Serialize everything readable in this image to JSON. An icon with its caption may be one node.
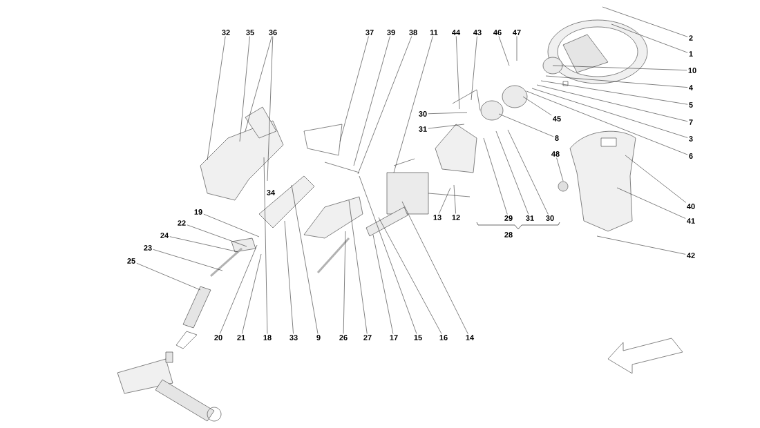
{
  "diagram": {
    "nodes": [
      {
        "text": [
          "32"
        ]
      },
      {
        "text": [
          "35"
        ]
      },
      {
        "text": [
          "36"
        ]
      },
      {
        "text": [
          "37"
        ]
      },
      {
        "text": [
          "39"
        ]
      },
      {
        "text": [
          "38"
        ]
      },
      {
        "text": [
          "11"
        ]
      },
      {
        "text": [
          "44"
        ]
      },
      {
        "text": [
          "43"
        ]
      },
      {
        "text": [
          "46"
        ]
      },
      {
        "text": [
          "47"
        ]
      },
      {
        "text": [
          "2"
        ]
      },
      {
        "text": [
          "1"
        ]
      },
      {
        "text": [
          "10"
        ]
      },
      {
        "text": [
          "4"
        ]
      },
      {
        "text": [
          "5"
        ]
      },
      {
        "text": [
          "30"
        ]
      },
      {
        "text": [
          "45"
        ]
      },
      {
        "text": [
          "7"
        ]
      },
      {
        "text": [
          "31"
        ]
      },
      {
        "text": [
          "8"
        ]
      },
      {
        "text": [
          "3"
        ]
      },
      {
        "text": [
          "48"
        ]
      },
      {
        "text": [
          "6"
        ]
      },
      {
        "text": [
          "40"
        ]
      },
      {
        "text": [
          "19"
        ]
      },
      {
        "text": [
          "29"
        ]
      },
      {
        "text": [
          "31"
        ]
      },
      {
        "text": [
          "30"
        ]
      },
      {
        "text": [
          "13"
        ]
      },
      {
        "text": [
          "12"
        ]
      },
      {
        "text": [
          "41"
        ]
      },
      {
        "text": [
          "22"
        ]
      },
      {
        "text": [
          "24"
        ]
      },
      {
        "text": [
          "42"
        ]
      },
      {
        "text": [
          "23"
        ]
      },
      {
        "text": [
          "25"
        ]
      },
      {
        "text": [
          "20"
        ]
      },
      {
        "text": [
          "21"
        ]
      },
      {
        "text": [
          "18"
        ]
      },
      {
        "text": [
          "33"
        ]
      },
      {
        "text": [
          "9"
        ]
      },
      {
        "text": [
          "26"
        ]
      },
      {
        "text": [
          "27"
        ]
      },
      {
        "text": [
          "17"
        ]
      },
      {
        "text": [
          "15"
        ]
      },
      {
        "text": [
          "16"
        ]
      },
      {
        "text": [
          "14"
        ]
      }
    ],
    "edges": [
      {
        "from": 0,
        "to": null,
        "arrow": "none"
      },
      {
        "from": 1,
        "to": null,
        "arrow": "none"
      },
      {
        "from": 2,
        "to": null,
        "arrow": "none"
      },
      {
        "from": 2,
        "to": null,
        "arrow": "none"
      },
      {
        "from": 3,
        "to": null,
        "arrow": "none"
      },
      {
        "from": 4,
        "to": null,
        "arrow": "none"
      },
      {
        "from": 5,
        "to": null,
        "arrow": "none"
      },
      {
        "from": 6,
        "to": null,
        "arrow": "none"
      },
      {
        "from": 7,
        "to": null,
        "arrow": "none"
      },
      {
        "from": 8,
        "to": null,
        "arrow": "none"
      },
      {
        "from": 9,
        "to": null,
        "arrow": "none"
      },
      {
        "from": 10,
        "to": null,
        "arrow": "none"
      },
      {
        "from": 11,
        "to": null,
        "arrow": "none"
      },
      {
        "from": 12,
        "to": null,
        "arrow": "none"
      },
      {
        "from": 13,
        "to": null,
        "arrow": "none"
      },
      {
        "from": 14,
        "to": null,
        "arrow": "none"
      },
      {
        "from": 15,
        "to": null,
        "arrow": "none"
      },
      {
        "from": 16,
        "to": null,
        "arrow": "none"
      },
      {
        "from": 17,
        "to": null,
        "arrow": "none"
      },
      {
        "from": 18,
        "to": null,
        "arrow": "none"
      },
      {
        "from": 19,
        "to": null,
        "arrow": "none"
      },
      {
        "from": 20,
        "to": null,
        "arrow": "none"
      },
      {
        "from": 21,
        "to": null,
        "arrow": "none"
      },
      {
        "from": 22,
        "to": null,
        "arrow": "none"
      },
      {
        "from": 23,
        "to": null,
        "arrow": "none"
      },
      {
        "from": 24,
        "to": null,
        "arrow": "none"
      },
      {
        "from": 25,
        "to": null,
        "arrow": "none"
      },
      {
        "from": 26,
        "to": null,
        "arrow": "none"
      },
      {
        "from": 27,
        "to": null,
        "arrow": "none"
      },
      {
        "from": 28,
        "to": null,
        "arrow": "none"
      },
      {
        "from": 29,
        "to": null,
        "arrow": "none"
      },
      {
        "from": 30,
        "to": null,
        "arrow": "none"
      },
      {
        "from": 31,
        "to": null,
        "arrow": "none"
      },
      {
        "from": 32,
        "to": null,
        "arrow": "none"
      },
      {
        "from": 33,
        "to": null,
        "arrow": "none"
      },
      {
        "from": 34,
        "to": null,
        "arrow": "none"
      },
      {
        "from": 35,
        "to": null,
        "arrow": "none"
      },
      {
        "from": 36,
        "to": null,
        "arrow": "none"
      },
      {
        "from": 37,
        "to": null,
        "arrow": "none"
      },
      {
        "from": 38,
        "to": null,
        "arrow": "none"
      },
      {
        "from": 39,
        "to": null,
        "arrow": "none"
      },
      {
        "from": 40,
        "to": null,
        "arrow": "none"
      },
      {
        "from": 41,
        "to": null,
        "arrow": "none"
      },
      {
        "from": 42,
        "to": null,
        "arrow": "none"
      },
      {
        "from": 43,
        "to": null,
        "arrow": "none"
      },
      {
        "from": 44,
        "to": null,
        "arrow": "none"
      },
      {
        "from": 45,
        "to": null,
        "arrow": "none"
      },
      {
        "from": 46,
        "to": null,
        "arrow": "none"
      },
      {
        "from": 47,
        "to": null,
        "arrow": "none"
      }
    ],
    "labels": [
      "34",
      "28"
    ]
  }
}
